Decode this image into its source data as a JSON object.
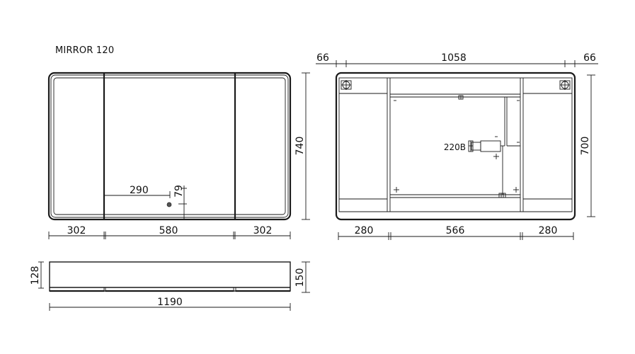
{
  "title": "MIRROR 120",
  "front_view": {
    "width_total": "740",
    "segments": [
      "302",
      "580",
      "302"
    ],
    "sensor_offset_x": "290",
    "sensor_offset_y": "79"
  },
  "side_view": {
    "length": "1190",
    "depth_left": "128",
    "depth_right": "150"
  },
  "back_view": {
    "top_left_margin": "66",
    "top_span": "1058",
    "top_right_margin": "66",
    "height": "700",
    "segments": [
      "280",
      "566",
      "280"
    ],
    "power_label": "220В",
    "polarity_minus": "-",
    "polarity_plus": "+"
  },
  "colors": {
    "line": "#1a1a1a",
    "background": "#ffffff"
  }
}
